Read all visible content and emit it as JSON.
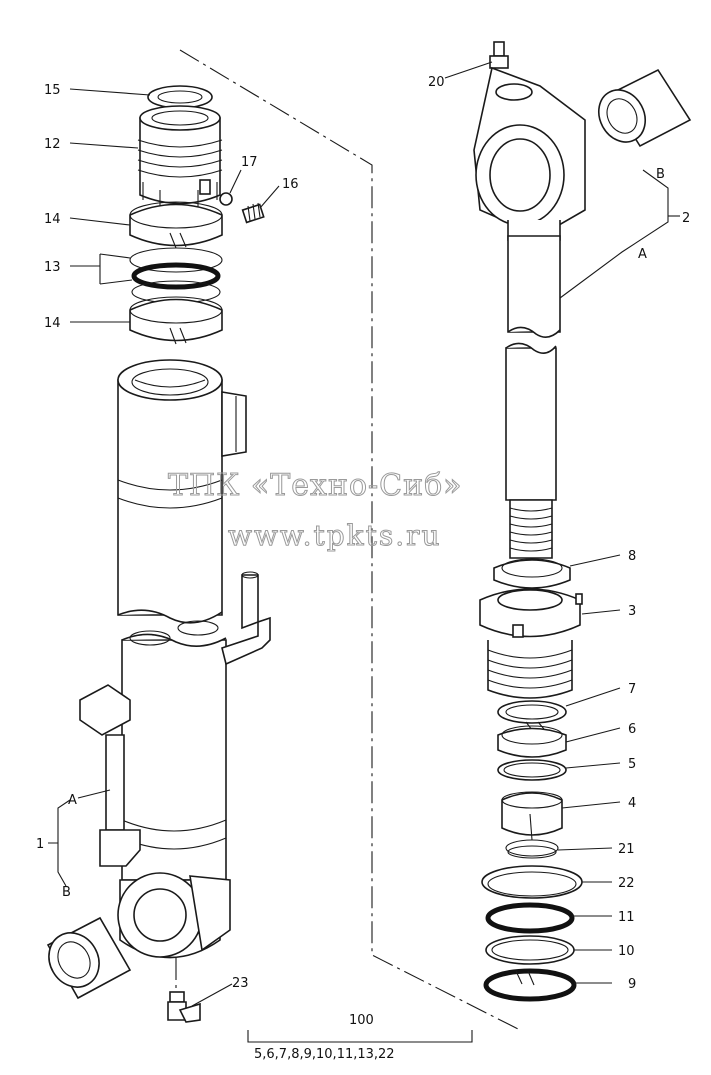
{
  "watermark": {
    "line1": "ТПК «Техно-Сиб»",
    "line2": "www.tpkts.ru"
  },
  "callouts": {
    "c15": "15",
    "c12": "12",
    "c17": "17",
    "c16": "16",
    "c14a": "14",
    "c13": "13",
    "c14b": "14",
    "c20": "20",
    "cB_top": "B",
    "c2": "2",
    "cA_top": "A",
    "c8": "8",
    "c3": "3",
    "c7": "7",
    "c6": "6",
    "c5": "5",
    "c4": "4",
    "c21": "21",
    "c22": "22",
    "c11": "11",
    "c10": "10",
    "c9": "9",
    "cA_bottom": "A",
    "c1": "1",
    "cB_bottom": "B",
    "c23": "23"
  },
  "kit": {
    "number": "100",
    "parts": "5,6,7,8,9,10,11,13,22"
  }
}
